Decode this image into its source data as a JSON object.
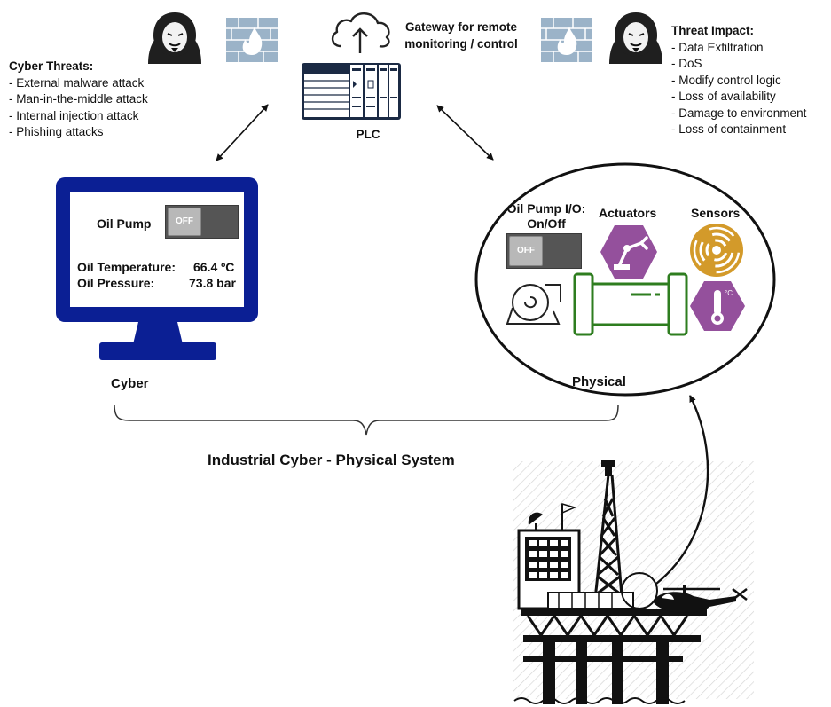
{
  "threats": {
    "title": "Cyber Threats:",
    "items": [
      "External malware attack",
      "Man-in-the-middle attack",
      "Internal injection attack",
      "Phishing attacks"
    ]
  },
  "impact": {
    "title": "Threat Impact:",
    "items": [
      "Data Exfiltration",
      "DoS",
      "Modify control logic",
      "Loss of availability",
      "Damage to environment",
      "Loss of containment"
    ]
  },
  "gateway": {
    "line1": "Gateway for remote",
    "line2": "monitoring / control"
  },
  "plc": {
    "label": "PLC"
  },
  "hmi": {
    "pump_label": "Oil Pump",
    "toggle_state": "OFF",
    "temp_label": "Oil Temperature:",
    "temp_value": "66.4 ºC",
    "pressure_label": "Oil Pressure:",
    "pressure_value": "73.8 bar"
  },
  "physical": {
    "io_label_line1": "Oil Pump I/O:",
    "io_label_line2": "On/Off",
    "toggle_state": "OFF",
    "actuators_label": "Actuators",
    "sensors_label": "Sensors",
    "thermo_unit": "°C"
  },
  "labels": {
    "cyber": "Cyber",
    "physical": "Physical",
    "system_title": "Industrial Cyber - Physical System"
  },
  "colors": {
    "monitor_blue": "#0b1f94",
    "pipe_green": "#2e7d1f",
    "sensor_gold": "#d39a2a",
    "actuator_purple": "#94509c",
    "firewall": "#9bb3c8"
  },
  "icons": [
    "hacker-icon",
    "firewall-icon",
    "cloud-upload-icon",
    "plc-rack-icon",
    "monitor-icon",
    "pump-icon",
    "pipe-icon",
    "robot-arm-icon",
    "signal-sensor-icon",
    "thermometer-icon",
    "oil-rig-icon"
  ]
}
